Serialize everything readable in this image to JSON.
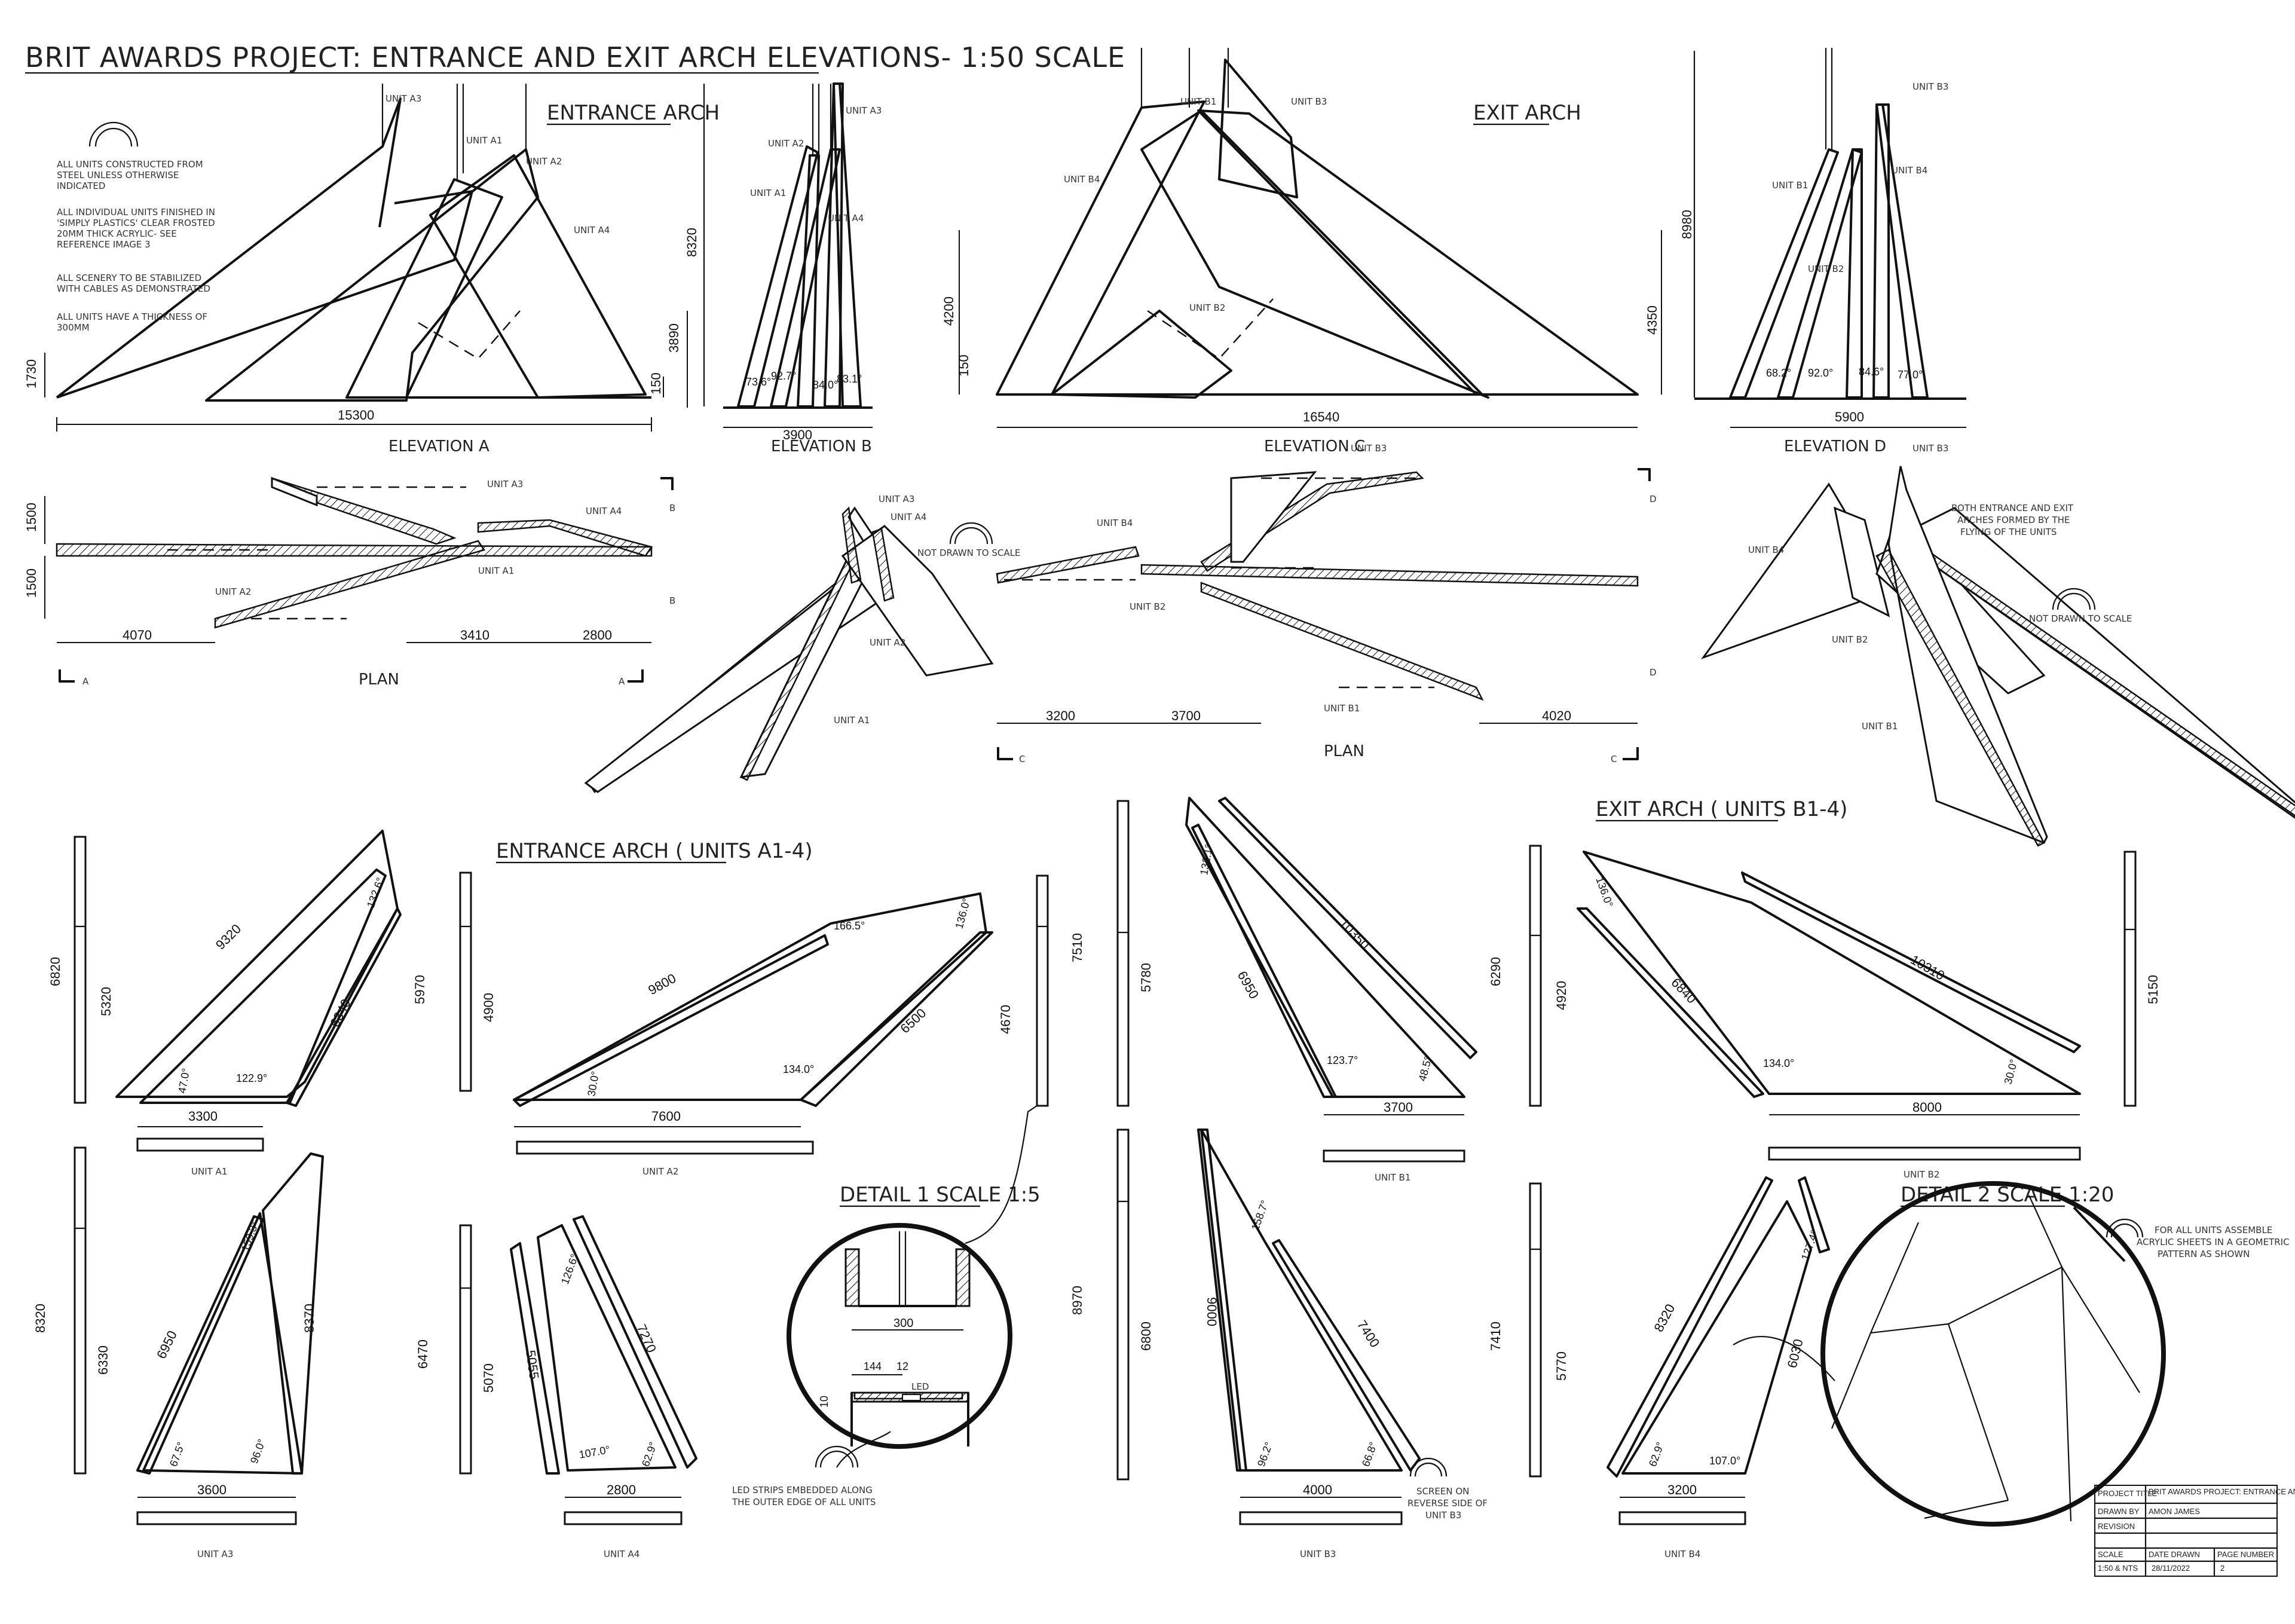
{
  "title": "BRIT AWARDS PROJECT: ENTRANCE AND EXIT ARCH ELEVATIONS- 1:50 SCALE",
  "headings": {
    "entrance_arch": "ENTRANCE ARCH",
    "exit_arch": "EXIT ARCH",
    "entrance_units": "ENTRANCE ARCH ( UNITS A1-4)",
    "exit_units": "EXIT ARCH ( UNITS B1-4)",
    "detail1": "DETAIL 1 SCALE 1:5",
    "detail2": "DETAIL 2 SCALE 1:20"
  },
  "notes": [
    "ALL UNITS CONSTRUCTED FROM",
    "STEEL UNLESS OTHERWISE",
    "INDICATED",
    "ALL INDIVIDUAL UNITS FINISHED IN",
    "'SIMPLY PLASTICS' CLEAR FROSTED",
    "20MM THICK ACRYLIC- SEE",
    "REFERENCE IMAGE 3",
    "ALL SCENERY TO BE STABILIZED",
    "WITH CABLES AS DEMONSTRATED",
    "ALL UNITS HAVE A THICKNESS OF",
    "300MM"
  ],
  "views": {
    "elev_a": "ELEVATION A",
    "elev_b": "ELEVATION B",
    "elev_c": "ELEVATION C",
    "elev_d": "ELEVATION D",
    "plan": "PLAN",
    "plan2": "PLAN"
  },
  "unit_labels": {
    "a1": "UNIT A1",
    "a2": "UNIT A2",
    "a3": "UNIT A3",
    "a4": "UNIT A4",
    "b1": "UNIT B1",
    "b2": "UNIT B2",
    "b3": "UNIT B3",
    "b4": "UNIT B4"
  },
  "dims": {
    "elev_a_height": "1730",
    "elev_a_width": "15300",
    "elev_a_150": "150",
    "elev_b_h1": "8320",
    "elev_b_h2": "3890",
    "elev_b_width": "3900",
    "elev_b_ang1": "73.6°",
    "elev_b_ang2": "92.7°",
    "elev_b_ang3": "84.0°",
    "elev_b_ang4": "83.1°",
    "elev_c_h1": "4200",
    "elev_c_h2": "150",
    "elev_c_width": "16540",
    "elev_c_h3": "4350",
    "elev_d_h": "8980",
    "elev_d_width": "5900",
    "elev_d_ang1": "68.2°",
    "elev_d_ang2": "92.0°",
    "elev_d_ang3": "84.6°",
    "elev_d_ang4": "77.0°",
    "plan_a_1500a": "1500",
    "plan_a_1500b": "1500",
    "plan_a_4070": "4070",
    "plan_a_3410": "3410",
    "plan_a_2800": "2800",
    "plan_c_3200": "3200",
    "plan_c_3700": "3700",
    "plan_c_4020": "4020",
    "a1_h": "6820",
    "a1_h2": "5320",
    "a1_top": "9320",
    "a1_side": "6340",
    "a1_base": "3300",
    "a1_ang1": "47.0°",
    "a1_ang2": "122.9°",
    "a1_ang3": "132.6°",
    "a2_h": "5970",
    "a2_h2": "4900",
    "a2_top": "9800",
    "a2_side": "6500",
    "a2_base": "7600",
    "a2_h3": "4670",
    "a2_ang1": "30.0°",
    "a2_ang2": "134.0°",
    "a2_ang3": "166.5°",
    "a2_ang4": "136.0°",
    "b1_h": "7510",
    "b1_h2": "5780",
    "b1_top": "10350",
    "b1_side": "6950",
    "b1_base": "3700",
    "b1_ang1": "132.1°",
    "b1_ang2": "123.7°",
    "b1_ang3": "48.5°",
    "b2_h": "6290",
    "b2_h2": "4920",
    "b2_top": "10310",
    "b2_side": "6840",
    "b2_base": "8000",
    "b2_h3": "5150",
    "b2_ang1": "136.0°",
    "b2_ang2": "134.0°",
    "b2_ang3": "30.0°",
    "a3_h": "8320",
    "a3_h2": "6330",
    "a3_l": "6950",
    "a3_r": "8370",
    "a3_base": "3600",
    "a3_ang1": "67.5°",
    "a3_ang2": "96.0°",
    "a3_ang3": "159.3°",
    "a4_h": "6470",
    "a4_h2": "5070",
    "a4_l": "5055",
    "a4_r": "7270",
    "a4_base": "2800",
    "a4_ang1": "107.0°",
    "a4_ang2": "62.9°",
    "a4_ang3": "126.6°",
    "b3_h": "8970",
    "b3_h2": "6800",
    "b3_l": "9000",
    "b3_r": "7400",
    "b3_base": "4000",
    "b3_ang1": "96.2°",
    "b3_ang2": "66.8°",
    "b3_ang3": "158.7°",
    "b4_h": "7410",
    "b4_h2": "5770",
    "b4_l": "8320",
    "b4_r": "6030",
    "b4_base": "3200",
    "b4_ang1": "62.9°",
    "b4_ang2": "107.0°",
    "b4_ang3": "127.4°",
    "detail_300": "300",
    "detail_144": "144",
    "detail_12": "12",
    "detail_10": "10"
  },
  "callouts": {
    "not_to_scale": "NOT DRAWN TO SCALE",
    "not_to_scale2": "NOT DRAWN TO SCALE",
    "both_arches_1": "BOTH ENTRANCE AND EXIT",
    "both_arches_2": "ARCHES FORMED BY THE",
    "both_arches_3": "FLYING OF THE UNITS",
    "led_1": "LED STRIPS EMBEDDED ALONG",
    "led_2": "THE OUTER EDGE OF ALL UNITS",
    "led_tag": "LED",
    "screen_1": "SCREEN ON",
    "screen_2": "REVERSE SIDE OF",
    "screen_3": "UNIT B3",
    "assemble_1": "FOR ALL UNITS ASSEMBLE",
    "assemble_2": "ACRYLIC SHEETS IN A GEOMETRIC",
    "assemble_3": "PATTERN AS SHOWN"
  },
  "section_marks": {
    "a": "A",
    "b": "B",
    "c": "C",
    "d": "D"
  },
  "title_block": {
    "project_title_label": "PROJECT TITLE",
    "project_title_value": "BRIT AWARDS PROJECT: ENTRANCE AND EXIT ARCH ELEVATIONS",
    "drawn_by_label": "DRAWN BY",
    "drawn_by_value": "AMON JAMES",
    "revision_label": "REVISION",
    "scale_label": "SCALE",
    "date_label": "DATE DRAWN",
    "page_label": "PAGE NUMBER",
    "scale_value": "1:50 & NTS",
    "date_value": "28/11/2022",
    "page_value": "2"
  }
}
